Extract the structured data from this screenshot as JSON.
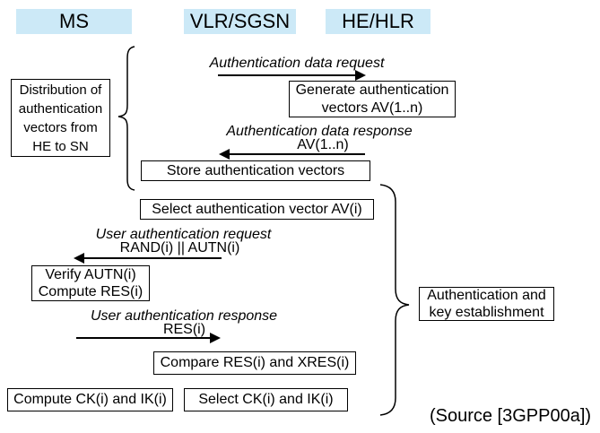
{
  "colors": {
    "actor_fill": "#cce9f7",
    "box_fill": "#ffffff",
    "line": "#000000",
    "text": "#000000",
    "background": "#ffffff"
  },
  "actors": [
    {
      "label": "MS"
    },
    {
      "label": "VLR/SGSN"
    },
    {
      "label": "HE/HLR"
    }
  ],
  "messages": {
    "auth_data_request": {
      "label": "Authentication data request",
      "direction": "right"
    },
    "auth_data_response": {
      "label": "Authentication data response",
      "param": "AV(1..n)",
      "direction": "left"
    },
    "user_auth_request": {
      "label": "User authentication request",
      "param": "RAND(i) || AUTN(i)",
      "direction": "left"
    },
    "user_auth_response": {
      "label": "User authentication response",
      "param": "RES(i)",
      "direction": "right"
    }
  },
  "boxes": {
    "generate_vectors": "Generate authentication\nvectors AV(1..n)",
    "store_vectors": "Store authentication vectors",
    "select_vector": "Select authentication vector AV(i)",
    "verify_compute": "Verify AUTN(i)\nCompute RES(i)",
    "compare_res": "Compare RES(i) and XRES(i)",
    "compute_ck_ik": "Compute CK(i) and IK(i)",
    "select_ck_ik": "Select CK(i) and IK(i)"
  },
  "annotations": {
    "distribution_phase": "Distribution of\nauthentication\nvectors from\nHE to SN",
    "auth_establishment_phase": "Authentication and\nkey establishment",
    "source_citation": "(Source [3GPP00a])"
  }
}
